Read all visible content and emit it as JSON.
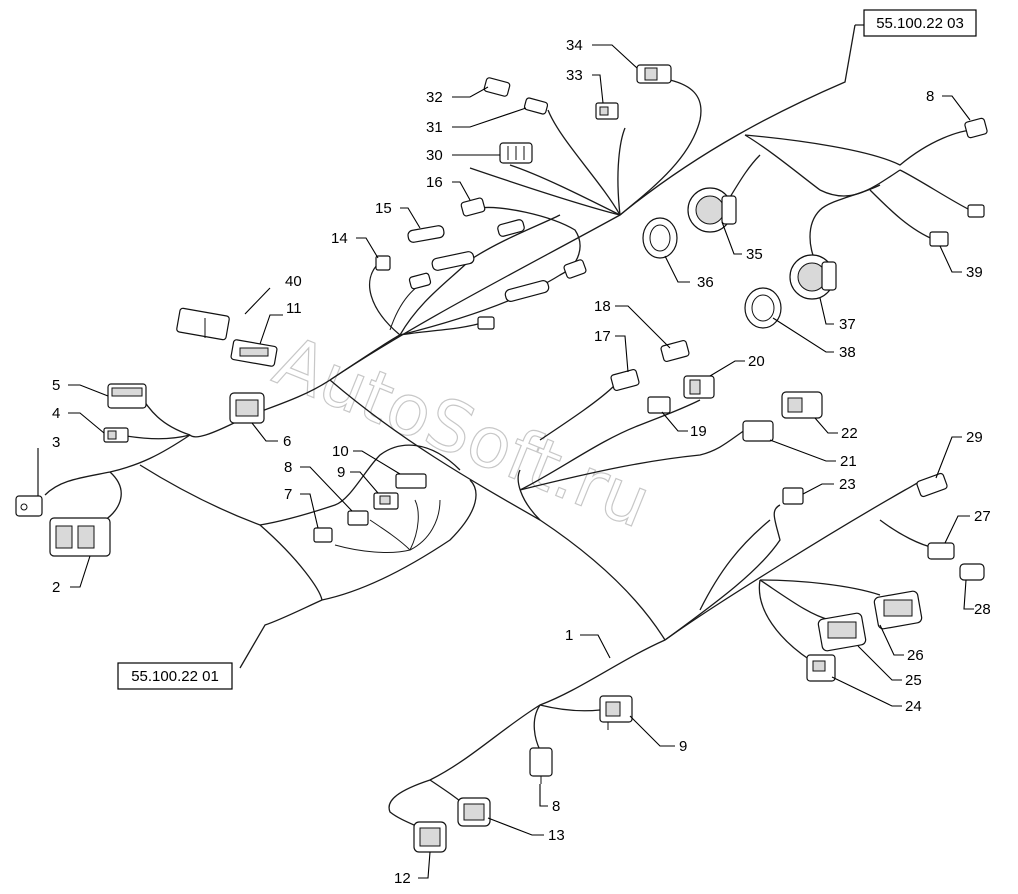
{
  "references": {
    "top_ref": "55.100.22 03",
    "bottom_ref": "55.100.22 01"
  },
  "watermark": "AutoSoft.ru",
  "callouts": [
    {
      "id": "c34",
      "label": "34"
    },
    {
      "id": "c33",
      "label": "33"
    },
    {
      "id": "c32",
      "label": "32"
    },
    {
      "id": "c31",
      "label": "31"
    },
    {
      "id": "c30",
      "label": "30"
    },
    {
      "id": "c16",
      "label": "16"
    },
    {
      "id": "c15",
      "label": "15"
    },
    {
      "id": "c14",
      "label": "14"
    },
    {
      "id": "c40",
      "label": "40"
    },
    {
      "id": "c11",
      "label": "11"
    },
    {
      "id": "c5",
      "label": "5"
    },
    {
      "id": "c4",
      "label": "4"
    },
    {
      "id": "c3",
      "label": "3"
    },
    {
      "id": "c6",
      "label": "6"
    },
    {
      "id": "c2",
      "label": "2"
    },
    {
      "id": "c10",
      "label": "10"
    },
    {
      "id": "c8a",
      "label": "8"
    },
    {
      "id": "c9a",
      "label": "9"
    },
    {
      "id": "c7",
      "label": "7"
    },
    {
      "id": "c8b",
      "label": "8"
    },
    {
      "id": "c36",
      "label": "36"
    },
    {
      "id": "c35",
      "label": "35"
    },
    {
      "id": "c39",
      "label": "39"
    },
    {
      "id": "c37",
      "label": "37"
    },
    {
      "id": "c38",
      "label": "38"
    },
    {
      "id": "c18",
      "label": "18"
    },
    {
      "id": "c17",
      "label": "17"
    },
    {
      "id": "c20",
      "label": "20"
    },
    {
      "id": "c19",
      "label": "19"
    },
    {
      "id": "c22",
      "label": "22"
    },
    {
      "id": "c21",
      "label": "21"
    },
    {
      "id": "c23",
      "label": "23"
    },
    {
      "id": "c29",
      "label": "29"
    },
    {
      "id": "c27",
      "label": "27"
    },
    {
      "id": "c28",
      "label": "28"
    },
    {
      "id": "c26",
      "label": "26"
    },
    {
      "id": "c25",
      "label": "25"
    },
    {
      "id": "c24",
      "label": "24"
    },
    {
      "id": "c1",
      "label": "1"
    },
    {
      "id": "c9b",
      "label": "9"
    },
    {
      "id": "c8c",
      "label": "8"
    },
    {
      "id": "c13",
      "label": "13"
    },
    {
      "id": "c12",
      "label": "12"
    }
  ]
}
